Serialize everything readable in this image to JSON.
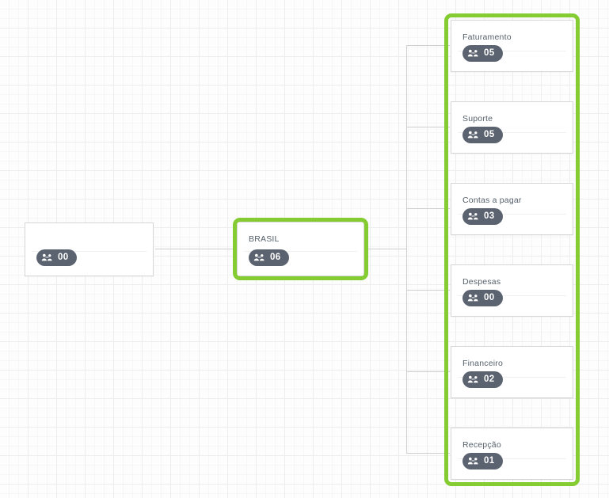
{
  "diagram": {
    "title": "Organogram",
    "type": "org-chart",
    "colors": {
      "selection_green": "#85cc33",
      "badge_background": "#5c6370",
      "badge_text": "#ffffff",
      "node_border": "#d6d6d6",
      "connector_line": "#cfcfcf",
      "node_title_text": "#55606b",
      "canvas_background": "#fdfdfd",
      "grid_minor": "#f6f6f6",
      "grid_major": "#ededed"
    },
    "badge_icon": "users-group-icon"
  },
  "nodes": {
    "root": {
      "label": "",
      "count": "00",
      "selected": false
    },
    "country": {
      "label": "BRASIL",
      "count": "06",
      "selected": true
    },
    "departments": [
      {
        "label": "Faturamento",
        "count": "05"
      },
      {
        "label": "Suporte",
        "count": "05"
      },
      {
        "label": "Contas a pagar",
        "count": "03"
      },
      {
        "label": "Despesas",
        "count": "00"
      },
      {
        "label": "Financeiro",
        "count": "02"
      },
      {
        "label": "Recepção",
        "count": "01"
      }
    ]
  }
}
